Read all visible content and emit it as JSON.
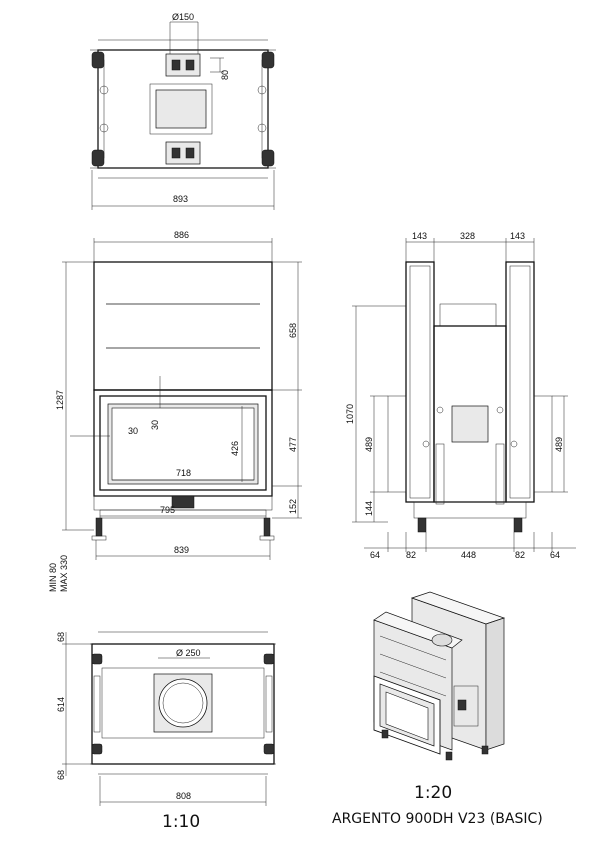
{
  "top_view": {
    "flue_diameter": "Ø150",
    "dim_80": "80",
    "width": "893"
  },
  "front_view": {
    "width_top": "886",
    "height_total": "1287",
    "dim_658": "658",
    "dim_30_horiz": "30",
    "dim_30_vert": "30",
    "glass_height": "426",
    "dim_477": "477",
    "glass_width": "718",
    "dim_152": "152",
    "base_width": "795",
    "legs_width": "839",
    "leg_min": "MIN 80",
    "leg_max": "MAX 330"
  },
  "side_view": {
    "dim_143_left": "143",
    "dim_328": "328",
    "dim_143_right": "143",
    "height": "1070",
    "dim_489_left": "489",
    "dim_489_right": "489",
    "dim_144": "144",
    "dim_64_left": "64",
    "dim_82_left": "82",
    "dim_448": "448",
    "dim_82_right": "82",
    "dim_64_right": "64"
  },
  "bottom_view": {
    "dim_68_top": "68",
    "outlet_diameter": "Ø 250",
    "depth": "614",
    "dim_68_bottom": "68",
    "width": "808"
  },
  "labels": {
    "scale_left": "1:10",
    "scale_right": "1:20",
    "product_name": "ARGENTO 900DH V23 (BASIC)"
  }
}
